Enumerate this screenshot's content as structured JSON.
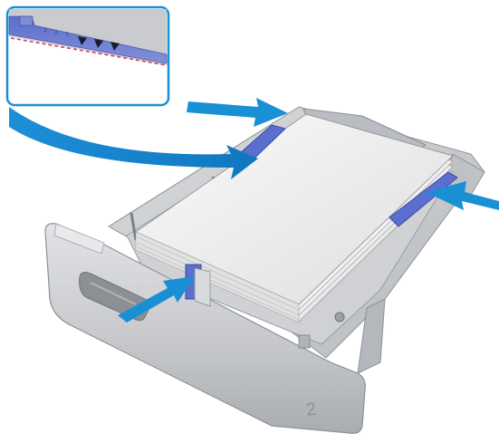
{
  "illustration": {
    "tray_number": "2",
    "colors": {
      "callout_blue": "#1a90d4",
      "guide_blue": "#5b6fd0",
      "max_fill_marker": "#d03a6b",
      "paper": "#f4f4f4",
      "tray_gray": "#c7c9cc"
    },
    "inset": {
      "fill_limit_marks": [
        "triangle-mark",
        "triangle-mark",
        "triangle-mark"
      ]
    },
    "arrows": [
      "arrow-top-left",
      "arrow-right",
      "arrow-bottom-left"
    ]
  }
}
